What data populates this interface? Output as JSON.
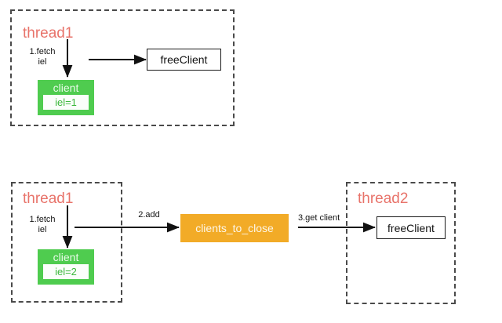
{
  "diagram": {
    "type": "flow-diagram",
    "title": "",
    "panels": [
      {
        "id": "panel-top",
        "thread_label": "thread1",
        "nodes": [
          {
            "id": "client-top",
            "kind": "client",
            "label": "client",
            "value_label": "iel=1",
            "color": "#4fcc4f"
          },
          {
            "id": "free-client-top",
            "kind": "plain",
            "label": "freeClient",
            "color": "#ffffff"
          }
        ],
        "edges": [
          {
            "id": "edge-fetch-top",
            "label": "1.fetch\niel",
            "direction": "down"
          },
          {
            "id": "edge-free-top",
            "label": "",
            "direction": "right"
          }
        ]
      },
      {
        "id": "panel-bottom-thread1",
        "thread_label": "thread1",
        "nodes": [
          {
            "id": "client-bottom",
            "kind": "client",
            "label": "client",
            "value_label": "iel=2",
            "color": "#4fcc4f"
          }
        ],
        "edges": [
          {
            "id": "edge-fetch-bottom",
            "label": "1.fetch\niel",
            "direction": "down"
          },
          {
            "id": "edge-add",
            "label": "2.add",
            "direction": "right"
          }
        ]
      },
      {
        "id": "panel-bottom-thread2",
        "thread_label": "thread2",
        "nodes": [
          {
            "id": "free-client-bottom",
            "kind": "plain",
            "label": "freeClient",
            "color": "#ffffff"
          }
        ],
        "edges": [
          {
            "id": "edge-get-client",
            "label": "3.get client",
            "direction": "right"
          }
        ]
      }
    ],
    "shared_nodes": [
      {
        "id": "clients-to-close",
        "kind": "queue",
        "label": "clients_to_close",
        "color": "#f2ab27"
      }
    ],
    "colors": {
      "thread_title": "#e8736a",
      "client_fill": "#4fcc4f",
      "client_inner_text": "#3cb83c",
      "queue_fill": "#f2ab27",
      "border": "#4a4a4a",
      "arrow": "#111111",
      "background": "#ffffff"
    }
  },
  "labels": {
    "thread1_top": "thread1",
    "thread1_bottom": "thread1",
    "thread2": "thread2",
    "fetch_top": "1.fetch\niel",
    "fetch_bottom": "1.fetch\niel",
    "add": "2.add",
    "get_client": "3.get client",
    "free_client_top": "freeClient",
    "free_client_bottom": "freeClient",
    "client_top": "client",
    "client_top_value": "iel=1",
    "client_bottom": "client",
    "client_bottom_value": "iel=2",
    "clients_to_close": "clients_to_close"
  }
}
